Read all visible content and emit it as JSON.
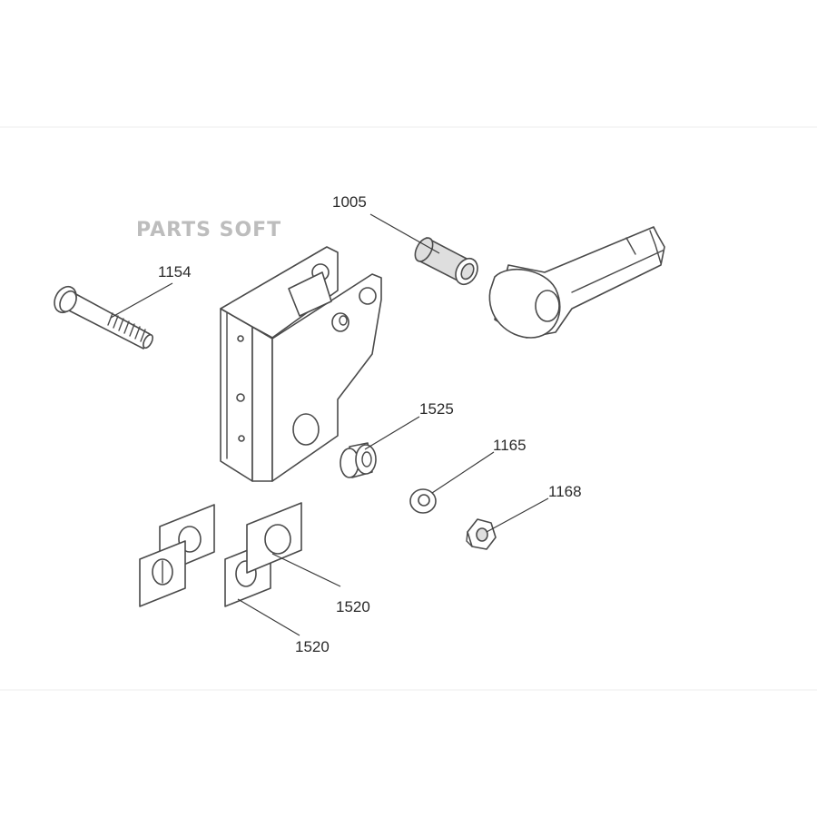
{
  "watermark": "PARTS SOFT",
  "callouts": {
    "bushing": "1005",
    "bolt": "1154",
    "spacer": "1525",
    "washer": "1165",
    "nut": "1168",
    "shim_upper": "1520",
    "shim_lower": "1520"
  },
  "colors": {
    "line": "#4a4a4a",
    "watermark": "#bdbdbd",
    "background": "#ffffff"
  }
}
